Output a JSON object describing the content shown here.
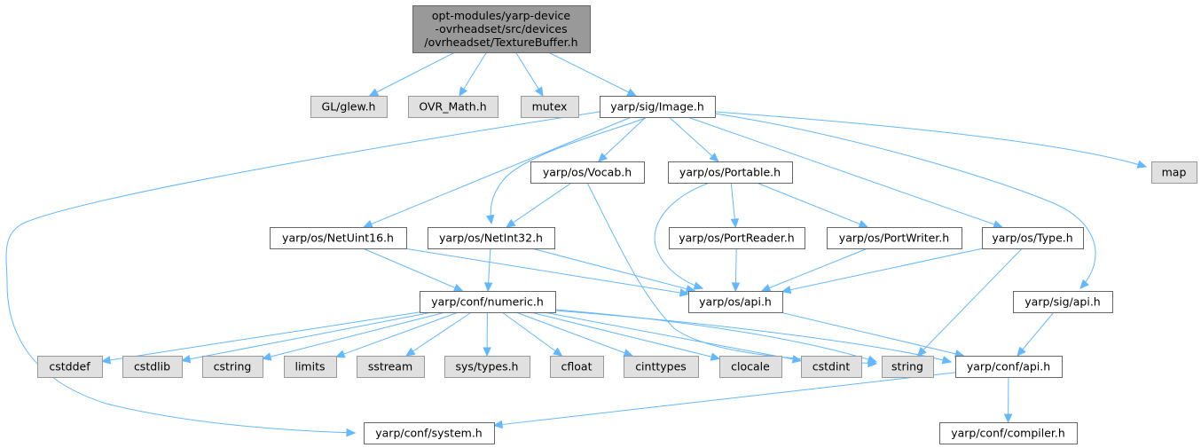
{
  "colors": {
    "root_fill": "#999999",
    "root_stroke": "#666666",
    "doc_fill": "#ffffff",
    "doc_stroke": "#666666",
    "ext_fill": "#e0e0e0",
    "ext_stroke": "#999999",
    "edge": "#63b8ff"
  },
  "nodes": [
    {
      "id": "root",
      "kind": "root",
      "lines": [
        "opt-modules/yarp-device",
        "-ovrheadset/src/devices",
        "/ovrheadset/TextureBuffer.h"
      ]
    },
    {
      "id": "glew",
      "kind": "ext",
      "lines": [
        "GL/glew.h"
      ]
    },
    {
      "id": "ovrmath",
      "kind": "ext",
      "lines": [
        "OVR_Math.h"
      ]
    },
    {
      "id": "mutex",
      "kind": "ext",
      "lines": [
        "mutex"
      ]
    },
    {
      "id": "image",
      "kind": "doc",
      "lines": [
        "yarp/sig/Image.h"
      ]
    },
    {
      "id": "vocab",
      "kind": "doc",
      "lines": [
        "yarp/os/Vocab.h"
      ]
    },
    {
      "id": "portable",
      "kind": "doc",
      "lines": [
        "yarp/os/Portable.h"
      ]
    },
    {
      "id": "map",
      "kind": "ext",
      "lines": [
        "map"
      ]
    },
    {
      "id": "netuint16",
      "kind": "doc",
      "lines": [
        "yarp/os/NetUint16.h"
      ]
    },
    {
      "id": "netint32",
      "kind": "doc",
      "lines": [
        "yarp/os/NetInt32.h"
      ]
    },
    {
      "id": "portreader",
      "kind": "doc",
      "lines": [
        "yarp/os/PortReader.h"
      ]
    },
    {
      "id": "portwriter",
      "kind": "doc",
      "lines": [
        "yarp/os/PortWriter.h"
      ]
    },
    {
      "id": "type",
      "kind": "doc",
      "lines": [
        "yarp/os/Type.h"
      ]
    },
    {
      "id": "numeric",
      "kind": "doc",
      "lines": [
        "yarp/conf/numeric.h"
      ]
    },
    {
      "id": "osapi",
      "kind": "doc",
      "lines": [
        "yarp/os/api.h"
      ]
    },
    {
      "id": "sigapi",
      "kind": "doc",
      "lines": [
        "yarp/sig/api.h"
      ]
    },
    {
      "id": "cstddef",
      "kind": "ext",
      "lines": [
        "cstddef"
      ]
    },
    {
      "id": "cstdlib",
      "kind": "ext",
      "lines": [
        "cstdlib"
      ]
    },
    {
      "id": "cstring",
      "kind": "ext",
      "lines": [
        "cstring"
      ]
    },
    {
      "id": "limits",
      "kind": "ext",
      "lines": [
        "limits"
      ]
    },
    {
      "id": "sstream",
      "kind": "ext",
      "lines": [
        "sstream"
      ]
    },
    {
      "id": "systypes",
      "kind": "ext",
      "lines": [
        "sys/types.h"
      ]
    },
    {
      "id": "cfloat",
      "kind": "ext",
      "lines": [
        "cfloat"
      ]
    },
    {
      "id": "cinttypes",
      "kind": "ext",
      "lines": [
        "cinttypes"
      ]
    },
    {
      "id": "clocale",
      "kind": "ext",
      "lines": [
        "clocale"
      ]
    },
    {
      "id": "cstdint",
      "kind": "ext",
      "lines": [
        "cstdint"
      ]
    },
    {
      "id": "string",
      "kind": "ext",
      "lines": [
        "string"
      ]
    },
    {
      "id": "confapi",
      "kind": "doc",
      "lines": [
        "yarp/conf/api.h"
      ]
    },
    {
      "id": "system",
      "kind": "doc",
      "lines": [
        "yarp/conf/system.h"
      ]
    },
    {
      "id": "compiler",
      "kind": "doc",
      "lines": [
        "yarp/conf/compiler.h"
      ]
    }
  ],
  "edges": [
    [
      "root",
      "glew"
    ],
    [
      "root",
      "ovrmath"
    ],
    [
      "root",
      "mutex"
    ],
    [
      "root",
      "image"
    ],
    [
      "image",
      "system"
    ],
    [
      "image",
      "netuint16"
    ],
    [
      "image",
      "netint32"
    ],
    [
      "image",
      "vocab"
    ],
    [
      "image",
      "portable"
    ],
    [
      "image",
      "type"
    ],
    [
      "image",
      "sigapi"
    ],
    [
      "image",
      "map"
    ],
    [
      "vocab",
      "netint32"
    ],
    [
      "vocab",
      "string"
    ],
    [
      "portable",
      "osapi"
    ],
    [
      "portable",
      "portreader"
    ],
    [
      "portable",
      "portwriter"
    ],
    [
      "netuint16",
      "numeric"
    ],
    [
      "netuint16",
      "osapi"
    ],
    [
      "netint32",
      "numeric"
    ],
    [
      "netint32",
      "osapi"
    ],
    [
      "portreader",
      "osapi"
    ],
    [
      "portwriter",
      "osapi"
    ],
    [
      "type",
      "osapi"
    ],
    [
      "type",
      "string"
    ],
    [
      "numeric",
      "cstddef"
    ],
    [
      "numeric",
      "cstdlib"
    ],
    [
      "numeric",
      "cstring"
    ],
    [
      "numeric",
      "limits"
    ],
    [
      "numeric",
      "sstream"
    ],
    [
      "numeric",
      "systypes"
    ],
    [
      "numeric",
      "cfloat"
    ],
    [
      "numeric",
      "cinttypes"
    ],
    [
      "numeric",
      "clocale"
    ],
    [
      "numeric",
      "cstdint"
    ],
    [
      "numeric",
      "string"
    ],
    [
      "numeric",
      "confapi"
    ],
    [
      "osapi",
      "confapi"
    ],
    [
      "sigapi",
      "confapi"
    ],
    [
      "confapi",
      "system"
    ],
    [
      "confapi",
      "compiler"
    ]
  ]
}
